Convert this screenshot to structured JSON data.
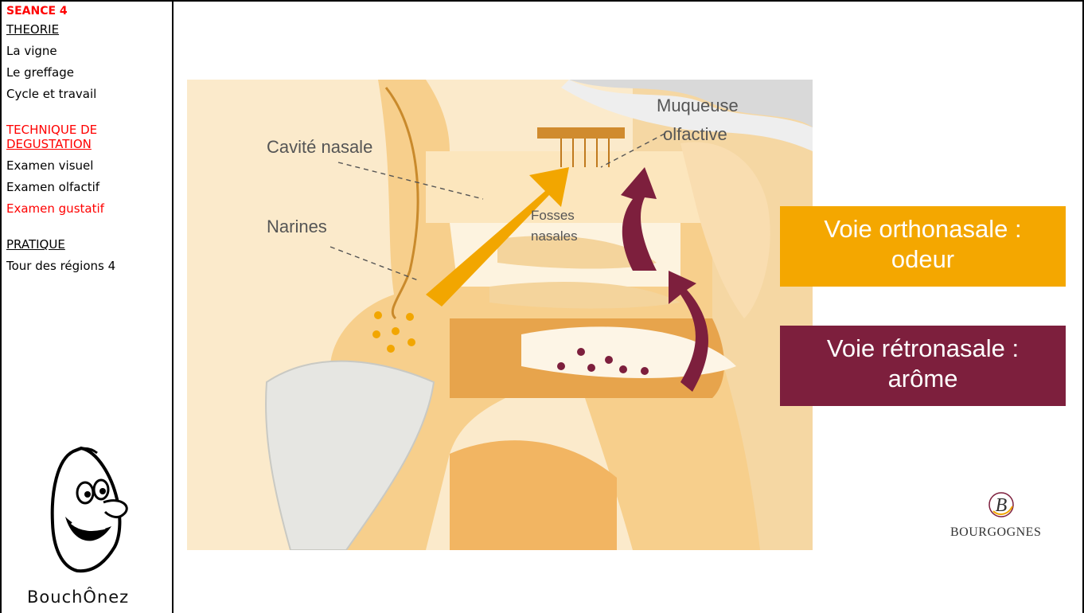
{
  "sidebar": {
    "seance": "SEANCE 4",
    "theorie": "THEORIE",
    "vigne": "La vigne",
    "greffage": "Le greffage",
    "cycle": "Cycle et travail",
    "technique_line1": "TECHNIQUE DE",
    "technique_line2": "DEGUSTATION",
    "examen_visuel": "Examen visuel",
    "examen_olfactif": "Examen olfactif",
    "examen_gustatif": "Examen gustatif",
    "pratique": "PRATIQUE",
    "tour": "Tour des régions 4",
    "logo_name": "BouchÔnez"
  },
  "diagram": {
    "labels": {
      "muqueuse_line1": "Muqueuse",
      "muqueuse_line2": "olfactive",
      "cavite": "Cavité nasale",
      "narines": "Narines",
      "fosses_line1": "Fosses",
      "fosses_line2": "nasales"
    }
  },
  "callouts": {
    "ortho_line1": "Voie orthonasale :",
    "ortho_line2": "odeur",
    "retro_line1": "Voie rétronasale :",
    "retro_line2": "arôme"
  },
  "brand": {
    "monogram": "B",
    "name": "BOURGOGNES"
  },
  "colors": {
    "orange": "#f4a700",
    "burgundy": "#7d1f3d",
    "sidebar_red": "#ff0000"
  }
}
